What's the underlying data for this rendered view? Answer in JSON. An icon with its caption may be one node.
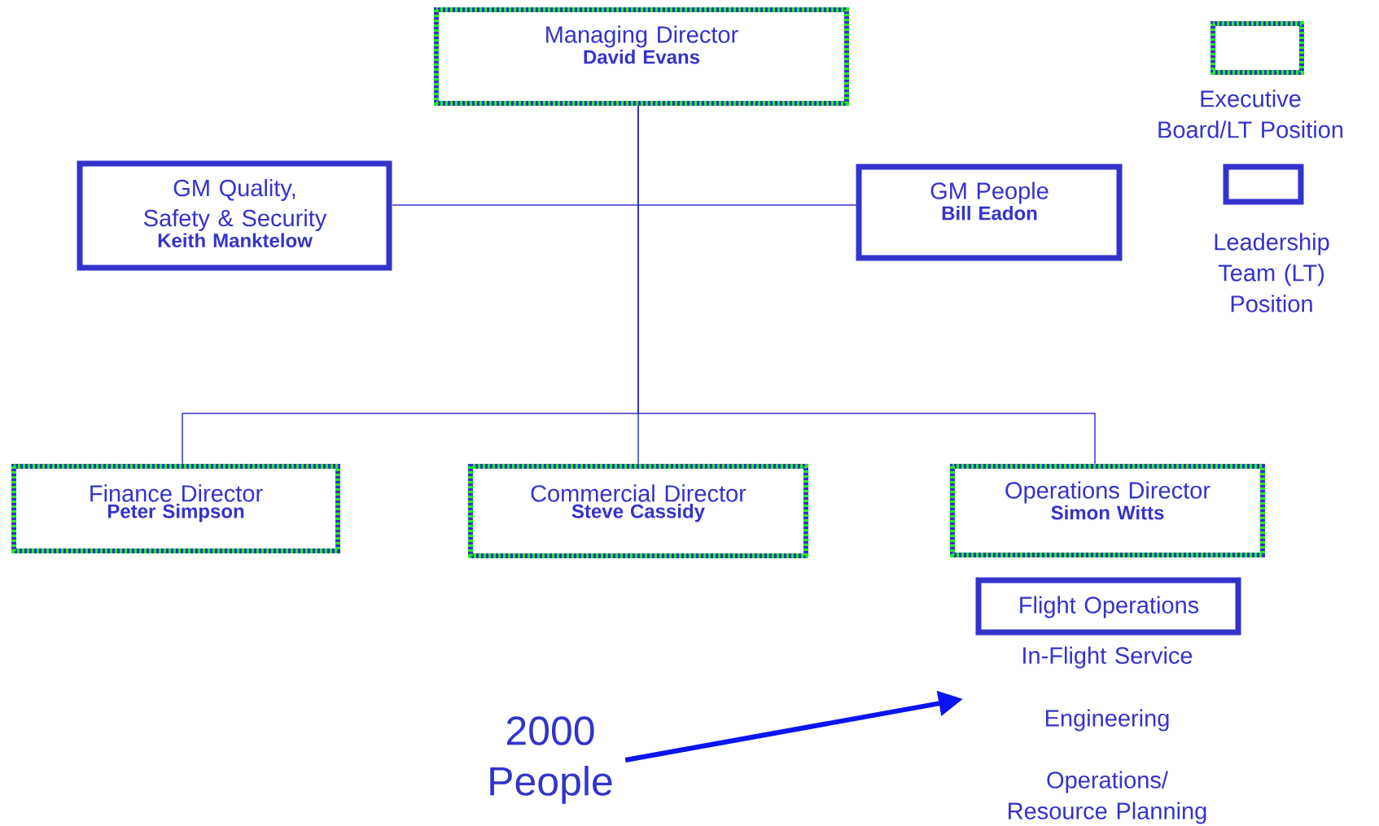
{
  "diagram": {
    "nodes": [
      {
        "text": [
          "Managing Director",
          "David Evans"
        ]
      },
      {
        "text": [
          "GM Quality, Safety & Security",
          "Keith Manktelow"
        ]
      },
      {
        "text": [
          "GM People",
          "Bill Eadon"
        ]
      },
      {
        "text": [
          "Finance Director",
          "Peter Simpson"
        ]
      },
      {
        "text": [
          "Commercial Director",
          "Steve Cassidy"
        ]
      },
      {
        "text": [
          "Operations Director",
          "Simon Witts"
        ]
      },
      {
        "text": [
          "Flight Operations"
        ]
      },
      {
        "text": [
          "2000 People"
        ]
      }
    ],
    "edges": [
      {
        "from": 0,
        "to": 1,
        "arrow": "none"
      },
      {
        "from": 0,
        "to": 2,
        "arrow": "none"
      },
      {
        "from": 0,
        "to": 3,
        "arrow": "none"
      },
      {
        "from": 0,
        "to": 4,
        "arrow": "none"
      },
      {
        "from": 0,
        "to": 5,
        "arrow": "none"
      },
      {
        "from": 7,
        "to": null,
        "arrow": "to",
        "style": "thick",
        "color": "#0a14f0"
      }
    ],
    "labels": [
      "In-Flight Service",
      "Engineering",
      "Operations/ Resource Planning"
    ],
    "legend": [
      {
        "text": "Executive Board/LT Position"
      },
      {
        "text": "Leadership Team (LT) Position"
      }
    ]
  }
}
